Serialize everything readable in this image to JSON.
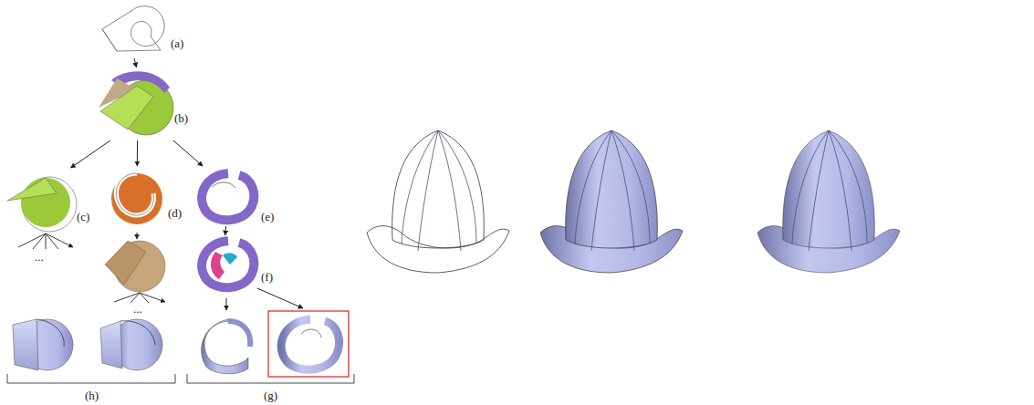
{
  "diagram": {
    "nodes": [
      {
        "text": [
          "(a)"
        ]
      },
      {
        "text": [
          "(b)"
        ]
      },
      {
        "text": [
          "(c)"
        ]
      },
      {
        "text": [
          "(d)"
        ]
      },
      {
        "text": [
          "(e)"
        ]
      },
      {
        "text": [
          "(f)"
        ]
      }
    ],
    "edges": [
      {
        "from": 0,
        "to": 1,
        "arrow": "to"
      },
      {
        "from": 1,
        "to": 2,
        "arrow": "to"
      },
      {
        "from": 1,
        "to": 3,
        "arrow": "to"
      },
      {
        "from": 1,
        "to": 4,
        "arrow": "to"
      },
      {
        "from": 4,
        "to": 5,
        "arrow": "to"
      }
    ],
    "labels": [
      "...",
      "...",
      "(h)",
      "(g)"
    ]
  }
}
